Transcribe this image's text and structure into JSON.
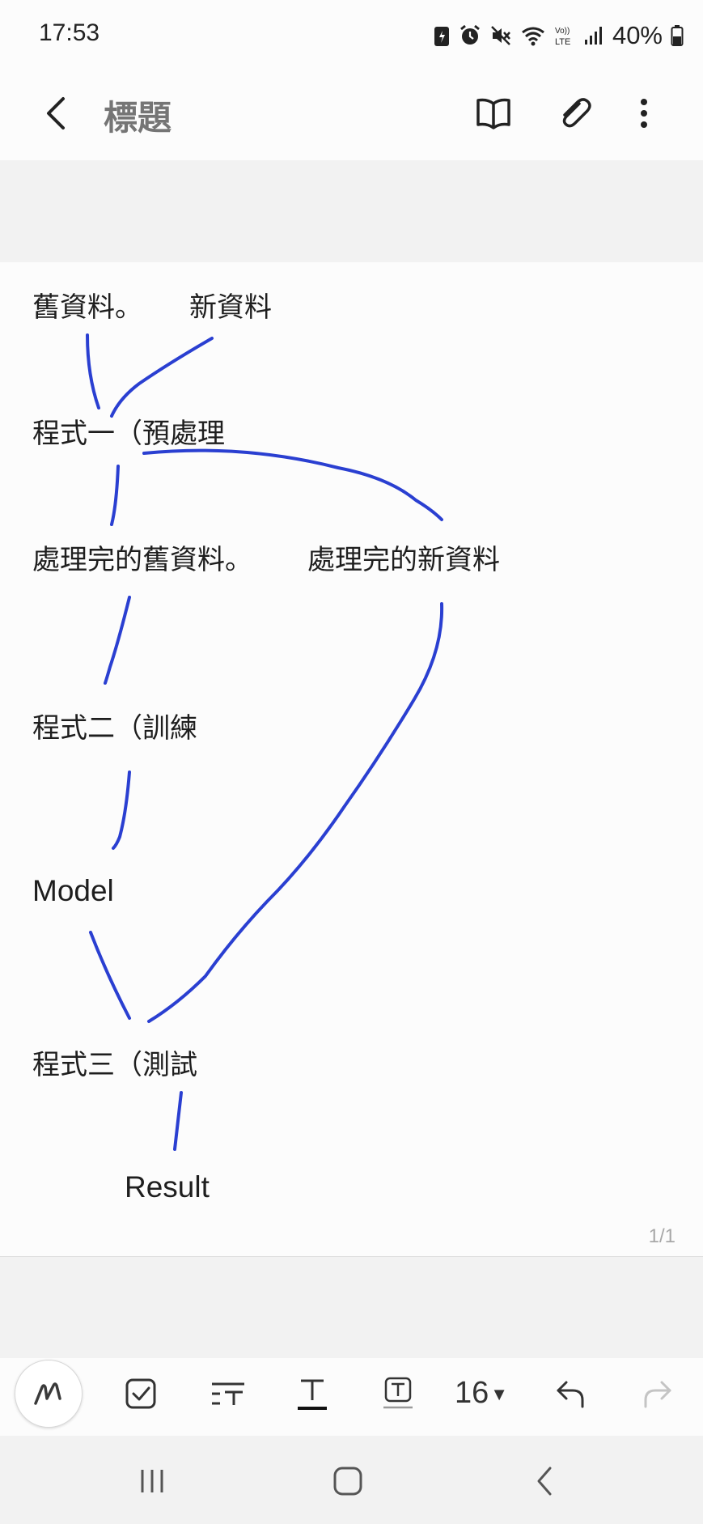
{
  "status_bar": {
    "time": "17:53",
    "battery": "40%"
  },
  "app_bar": {
    "title": "標題"
  },
  "note": {
    "lines": [
      {
        "id": "old-data",
        "text": "舊資料。"
      },
      {
        "id": "new-data",
        "text": "新資料"
      },
      {
        "id": "program-1",
        "text": "程式一（預處理"
      },
      {
        "id": "processed-old",
        "text": "處理完的舊資料。"
      },
      {
        "id": "processed-new",
        "text": "處理完的新資料"
      },
      {
        "id": "program-2",
        "text": "程式二（訓練"
      },
      {
        "id": "model",
        "text": "Model"
      },
      {
        "id": "program-3",
        "text": "程式三（測試"
      },
      {
        "id": "result",
        "text": "Result"
      }
    ],
    "page_indicator": "1/1",
    "ink_color": "#2a3fd1"
  },
  "toolbar": {
    "font_size": "16"
  }
}
